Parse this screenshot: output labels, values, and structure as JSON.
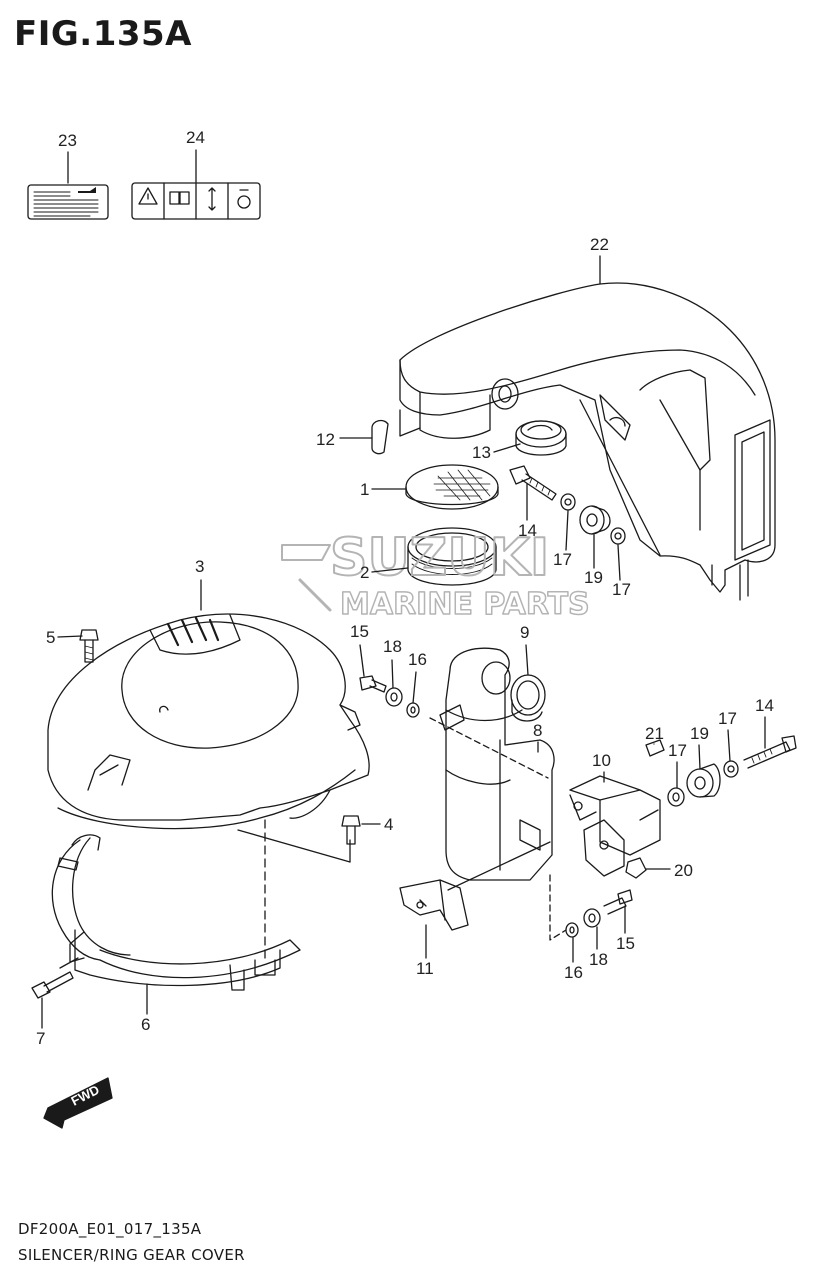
{
  "figure": {
    "title": "FIG.135A",
    "code": "DF200A_E01_017_135A",
    "caption": "SILENCER/RING GEAR COVER"
  },
  "watermark": {
    "brand": "SUZUKI",
    "subtitle": "MARINE PARTS"
  },
  "fwd_label": "FWD",
  "callouts": [
    "1",
    "2",
    "3",
    "4",
    "5",
    "6",
    "7",
    "8",
    "9",
    "10",
    "11",
    "12",
    "13",
    "14",
    "15",
    "16",
    "17",
    "18",
    "19",
    "20",
    "21",
    "22",
    "23",
    "24"
  ],
  "extra_callouts": [
    "14",
    "15",
    "16",
    "17",
    "17",
    "18",
    "19"
  ],
  "colors": {
    "line": "#1a1a1a",
    "watermark": "#b4b4b4"
  }
}
